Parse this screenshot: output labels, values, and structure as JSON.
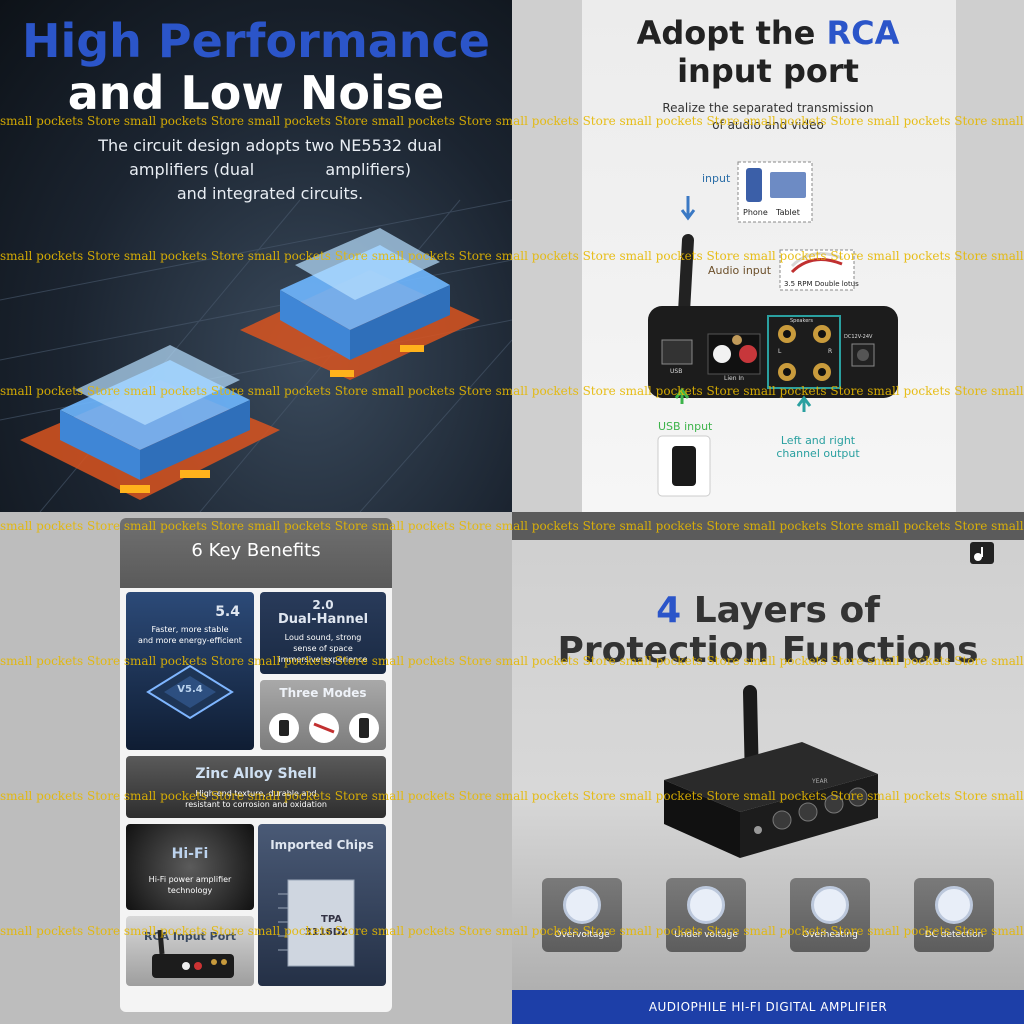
{
  "panel1": {
    "title_line1": "High Performance",
    "title_line2": "and Low Noise",
    "desc_line1": "The circuit design adopts two NE5532 dual",
    "desc_line2": "amplifiers (dual              amplifiers)",
    "desc_line3": "and integrated circuits."
  },
  "panel2": {
    "title_prefix": "Adopt the ",
    "title_highlight": "RCA",
    "title_line2": "input port",
    "desc_line1": "Realize the separated transmission",
    "desc_line2": "of audio and video",
    "label_input": "input",
    "label_phone": "Phone",
    "label_tablet": "Tablet",
    "label_audio_input": "Audio input",
    "label_cable": "3.5 RPM Double lotus",
    "label_usb_input": "USB input",
    "label_lr_output_1": "Left and right",
    "label_lr_output_2": "channel output",
    "port_usb": "USB",
    "port_line_in": "Lien In",
    "port_speakers": "Speakers",
    "port_l": "L",
    "port_r": "R",
    "port_dc": "DC12V-24V"
  },
  "panel3": {
    "title": "6 Key Benefits",
    "bt_version": "5.4",
    "bt_desc_1": "Faster, more stable",
    "bt_desc_2": "and more energy-efficient",
    "chip_mark": "V5.4",
    "channel_title_1": "2.0",
    "channel_title_2": "Dual-Hannel",
    "channel_desc_1": "Loud sound, strong",
    "channel_desc_2": "sense of space",
    "channel_desc_3": "immersive experience",
    "modes_title": "Three Modes",
    "shell_title": "Zinc Alloy Shell",
    "shell_desc_1": "High-end texture, durable and",
    "shell_desc_2": "resistant to corrosion and oxidation",
    "hifi_title": "Hi-Fi",
    "hifi_desc_1": "Hi-Fi power amplifier",
    "hifi_desc_2": "technology",
    "chips_title": "Imported Chips",
    "chip_label_1": "TPA",
    "chip_label_2": "3116D2",
    "rca_title": "RCA Input Port"
  },
  "panel4": {
    "title_number": "4",
    "title_rest": " Layers of",
    "title_line2": "Protection Functions",
    "device_brand": "YEAR",
    "features": [
      {
        "label": "Overvoltage"
      },
      {
        "label": "Under voltage"
      },
      {
        "label": "Overheating"
      },
      {
        "label": "DC detection"
      }
    ],
    "footer": "AUDIOPHILE HI-FI DIGITAL AMPLIFIER"
  },
  "watermark": "small pockets Store small pockets Store small pockets Store small pockets Store small pockets Store small pockets Store small pockets Store small pockets Store small pockets Store small pockets Store",
  "colors": {
    "accent_blue": "#2b55c9",
    "label_blue": "#2b6ea7",
    "footer_blue": "#1d3fa8",
    "watermark_yellow": "#e6b800"
  }
}
